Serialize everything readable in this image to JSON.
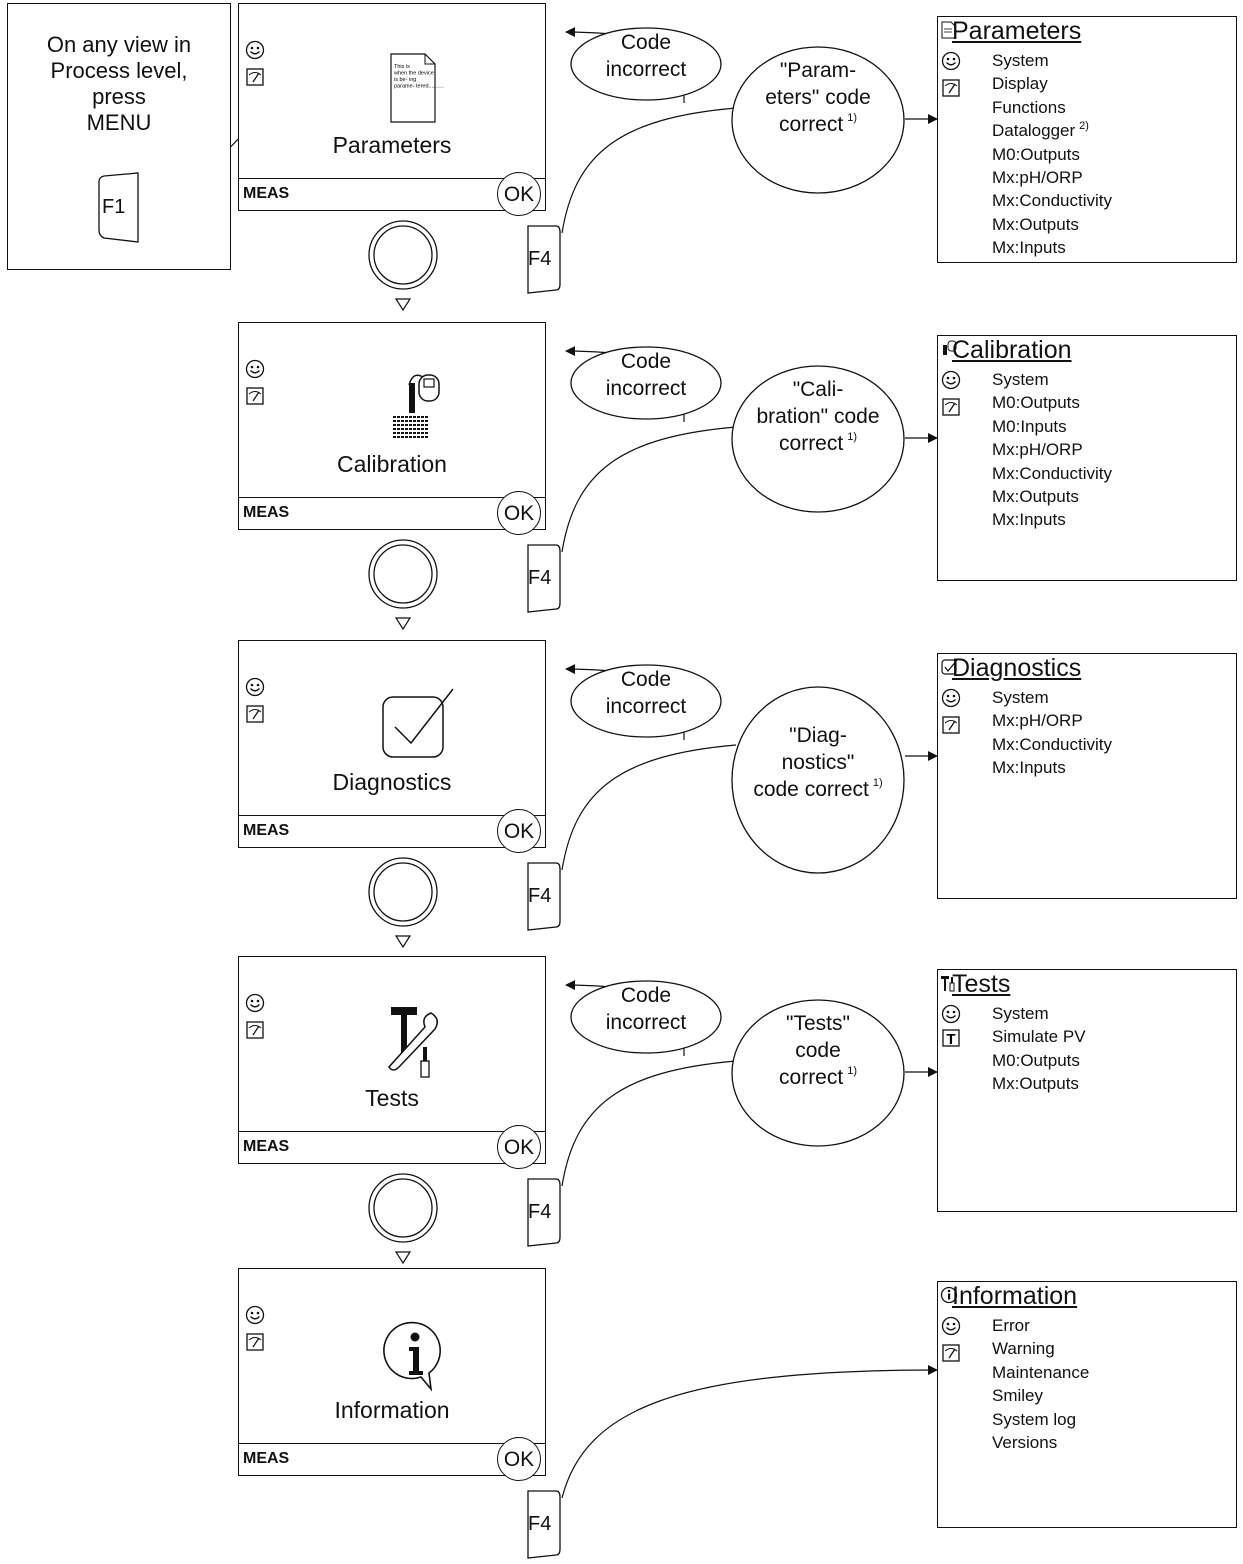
{
  "intro": {
    "text": "On any view in\nProcess level,\npress\nMENU",
    "key": "F1"
  },
  "screens": [
    {
      "title": "Parameters",
      "status": "MEAS",
      "ok": "OK",
      "key": "F4",
      "doc_text": "This is when the device is be- ing parame- tered.........."
    },
    {
      "title": "Calibration",
      "status": "MEAS",
      "ok": "OK",
      "key": "F4"
    },
    {
      "title": "Diagnostics",
      "status": "MEAS",
      "ok": "OK",
      "key": "F4"
    },
    {
      "title": "Tests",
      "status": "MEAS",
      "ok": "OK",
      "key": "F4"
    },
    {
      "title": "Information",
      "status": "MEAS",
      "ok": "OK",
      "key": "F4"
    }
  ],
  "incorrect": [
    {
      "text": "Code\nincorrect"
    },
    {
      "text": "Code\nincorrect"
    },
    {
      "text": "Code\nincorrect"
    },
    {
      "text": "Code\nincorrect"
    }
  ],
  "correct": [
    {
      "text": "\"Param-\neters\" code\ncorrect",
      "note": "1)"
    },
    {
      "text": "\"Cali-\nbration\" code\ncorrect",
      "note": "1)"
    },
    {
      "text": "\"Diag-\nnostics\"\ncode correct",
      "note": "1)"
    },
    {
      "text": "\"Tests\"\ncode\ncorrect",
      "note": "1)"
    }
  ],
  "menus": [
    {
      "title": "Parameters",
      "icon": "document-icon",
      "items": [
        "System",
        "Display",
        "Functions",
        "Datalogger",
        "M0:Outputs",
        "Mx:pH/ORP",
        "Mx:Conductivity",
        "Mx:Outputs",
        "Mx:Inputs"
      ],
      "item_note": "2)"
    },
    {
      "title": "Calibration",
      "icon": "calibration-icon",
      "items": [
        "System",
        "M0:Outputs",
        "M0:Inputs",
        "Mx:pH/ORP",
        "Mx:Conductivity",
        "Mx:Outputs",
        "Mx:Inputs"
      ]
    },
    {
      "title": "Diagnostics",
      "icon": "check-icon",
      "items": [
        "System",
        "Mx:pH/ORP",
        "Mx:Conductivity",
        "Mx:Inputs"
      ]
    },
    {
      "title": "Tests",
      "icon": "tools-icon",
      "items": [
        "System",
        "Simulate PV",
        "M0:Outputs",
        "Mx:Outputs"
      ]
    },
    {
      "title": "Information",
      "icon": "info-icon",
      "items": [
        "Error",
        "Warning",
        "Maintenance",
        "Smiley",
        "System log",
        "Versions"
      ]
    }
  ],
  "icons": {
    "status": [
      "smiley-icon",
      "gauge-icon"
    ],
    "tests_second": "t-icon"
  }
}
